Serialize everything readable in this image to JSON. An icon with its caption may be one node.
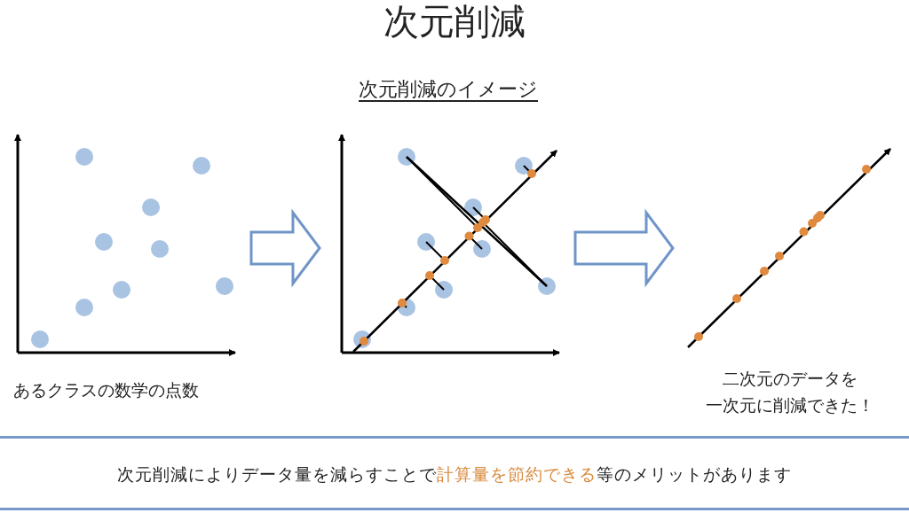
{
  "diagram": {
    "title": "次元削減",
    "caption": "次元削減によりデータ量を減らすことで**計算量を節約できる**等のメリットがあります",
    "nodes": [
      {
        "text": [],
        "shape": "picture",
        "beside": [
          "あるクラスの数学の点数"
        ]
      },
      {
        "text": [],
        "shape": "picture"
      },
      {
        "text": [],
        "shape": "picture",
        "beside": [
          "二次元のデータを",
          "一次元に削減できた！"
        ]
      }
    ],
    "edges": [
      {
        "from": 0,
        "to": 1,
        "arrow": "to"
      },
      {
        "from": 1,
        "to": 2,
        "arrow": "to"
      }
    ],
    "labels": [
      "次元削減のイメージ"
    ]
  }
}
